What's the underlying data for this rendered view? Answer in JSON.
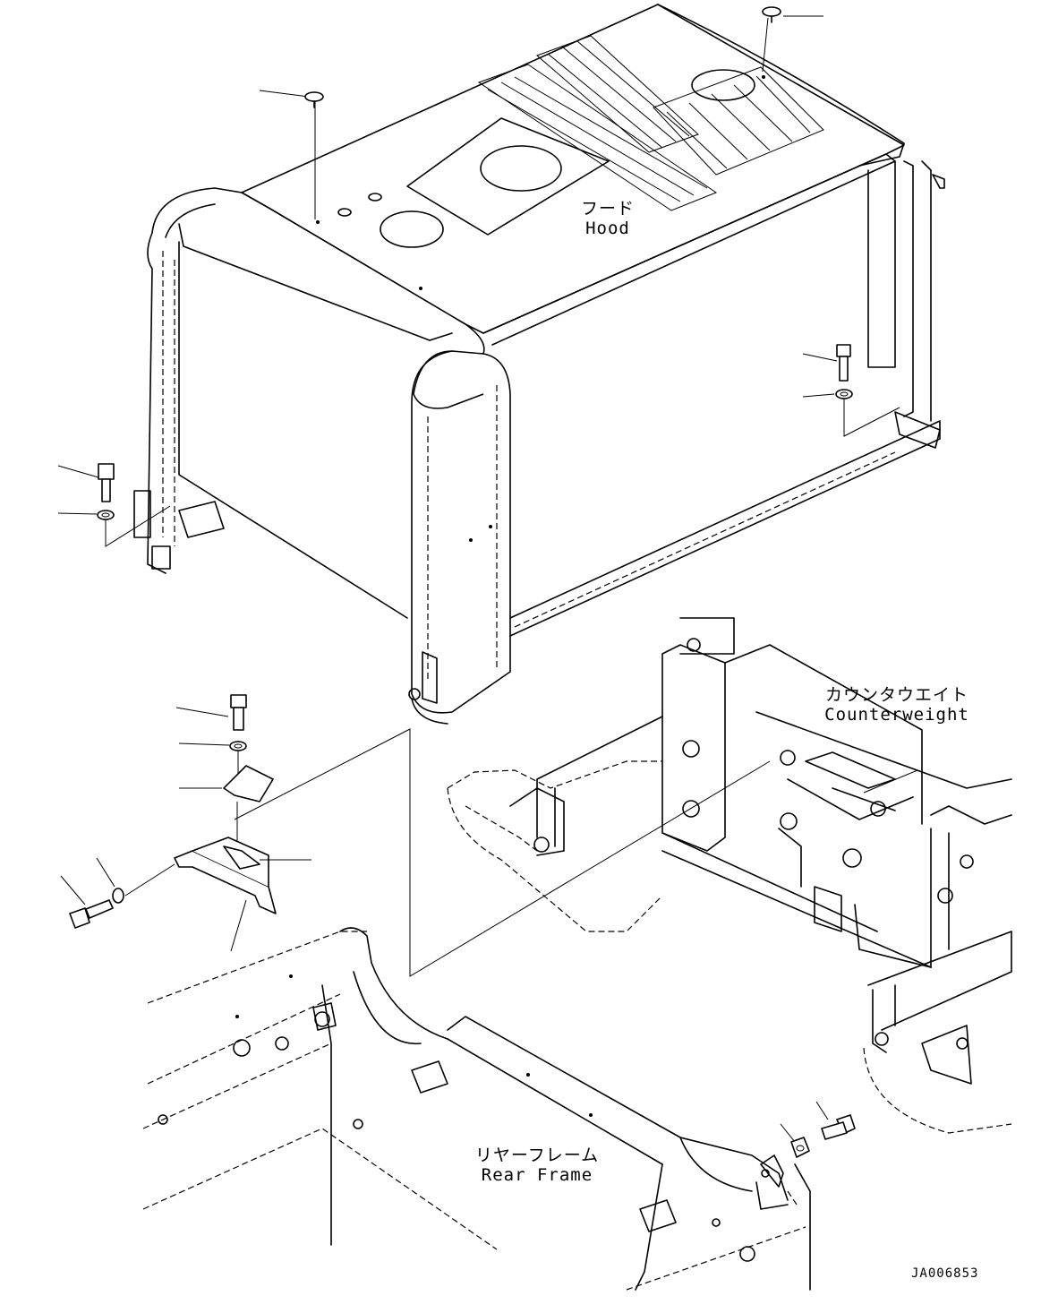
{
  "labels": {
    "hood": {
      "jp": "フード",
      "en": "Hood"
    },
    "counterweight": {
      "jp": "カウンタウエイト",
      "en": "Counterweight"
    },
    "rear_frame": {
      "jp": "リヤーフレーム",
      "en": "Rear Frame"
    }
  },
  "drawing_code": "JA006853"
}
